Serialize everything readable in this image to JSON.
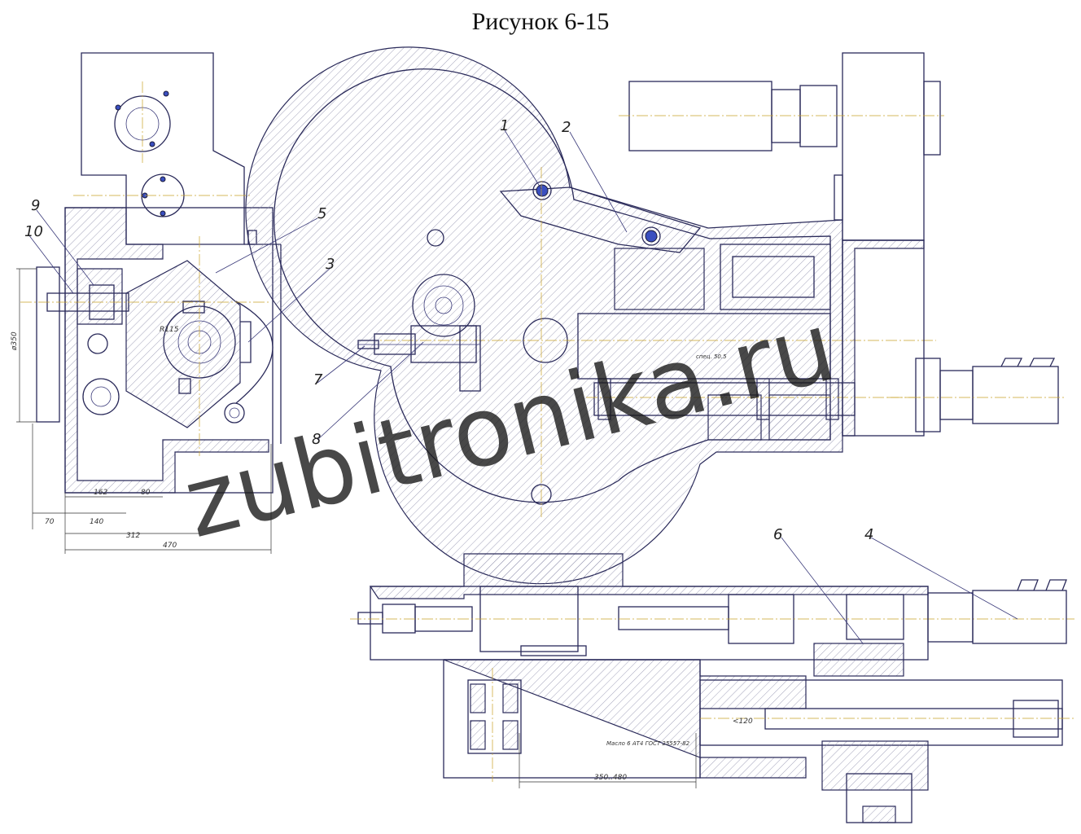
{
  "title": "Рисунок 6-15",
  "watermark": "zubitronika.ru",
  "callouts": [
    "1",
    "2",
    "3",
    "4",
    "5",
    "6",
    "7",
    "8",
    "9",
    "10"
  ],
  "dimensions": {
    "d350": "ø350",
    "r115": "R115",
    "d162": "162",
    "d80": "80",
    "d70": "70",
    "d140": "140",
    "d312": "312",
    "d470": "470",
    "stroke": "350..480",
    "d120": "<120"
  },
  "notes": {
    "spec": "спец. 50.5",
    "oil": "Масло 6 АТ4 ГОСТ 25557-82"
  }
}
